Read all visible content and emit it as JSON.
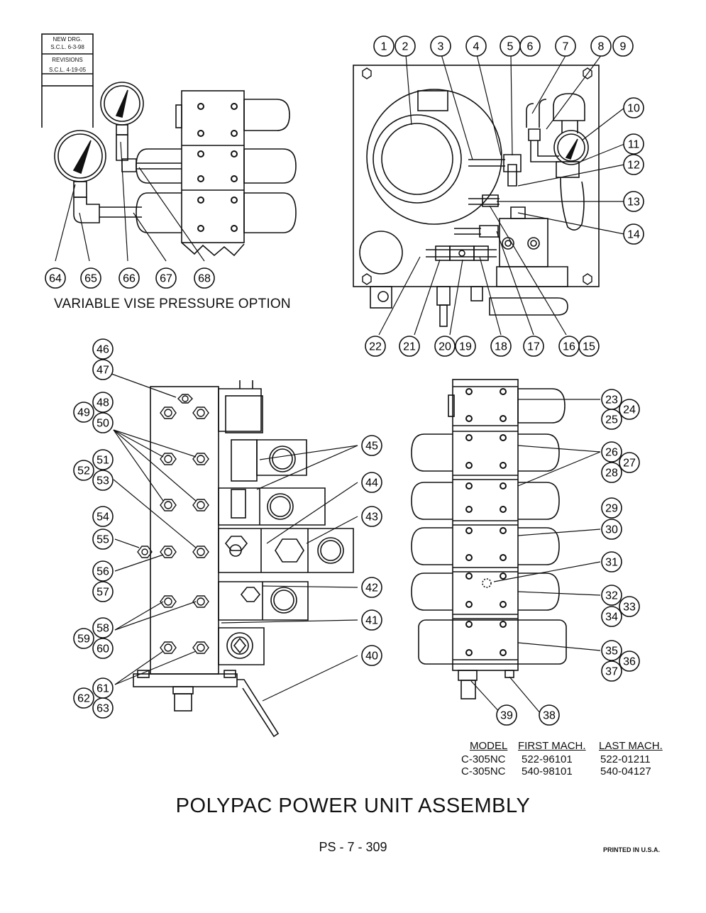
{
  "title_block": {
    "new_drawing": "NEW DRG.",
    "new_drawing_date": "S.C.L. 6-3-98",
    "revisions": "REVISIONS",
    "revision_1": "S.C.L. 4-19-05"
  },
  "section_label": "VARIABLE VISE PRESSURE OPTION",
  "main_title": "POLYPAC POWER UNIT ASSEMBLY",
  "page_number": "PS - 7 - 309",
  "printed": "PRINTED IN U.S.A.",
  "model_table": {
    "headers": [
      "MODEL",
      "FIRST MACH.",
      "LAST MACH."
    ],
    "rows": [
      [
        "C-305NC",
        "522-96101",
        "522-01211"
      ],
      [
        "C-305NC",
        "540-98101",
        "540-04127"
      ]
    ]
  },
  "balloons": [
    "1",
    "2",
    "3",
    "4",
    "5",
    "6",
    "7",
    "8",
    "9",
    "10",
    "11",
    "12",
    "13",
    "14",
    "15",
    "16",
    "17",
    "18",
    "19",
    "20",
    "21",
    "22",
    "23",
    "24",
    "25",
    "26",
    "27",
    "28",
    "29",
    "30",
    "31",
    "32",
    "33",
    "34",
    "35",
    "36",
    "37",
    "38",
    "39",
    "40",
    "41",
    "42",
    "43",
    "44",
    "45",
    "46",
    "47",
    "48",
    "49",
    "50",
    "51",
    "52",
    "53",
    "54",
    "55",
    "56",
    "57",
    "58",
    "59",
    "60",
    "61",
    "62",
    "63",
    "64",
    "65",
    "66",
    "67",
    "68"
  ]
}
